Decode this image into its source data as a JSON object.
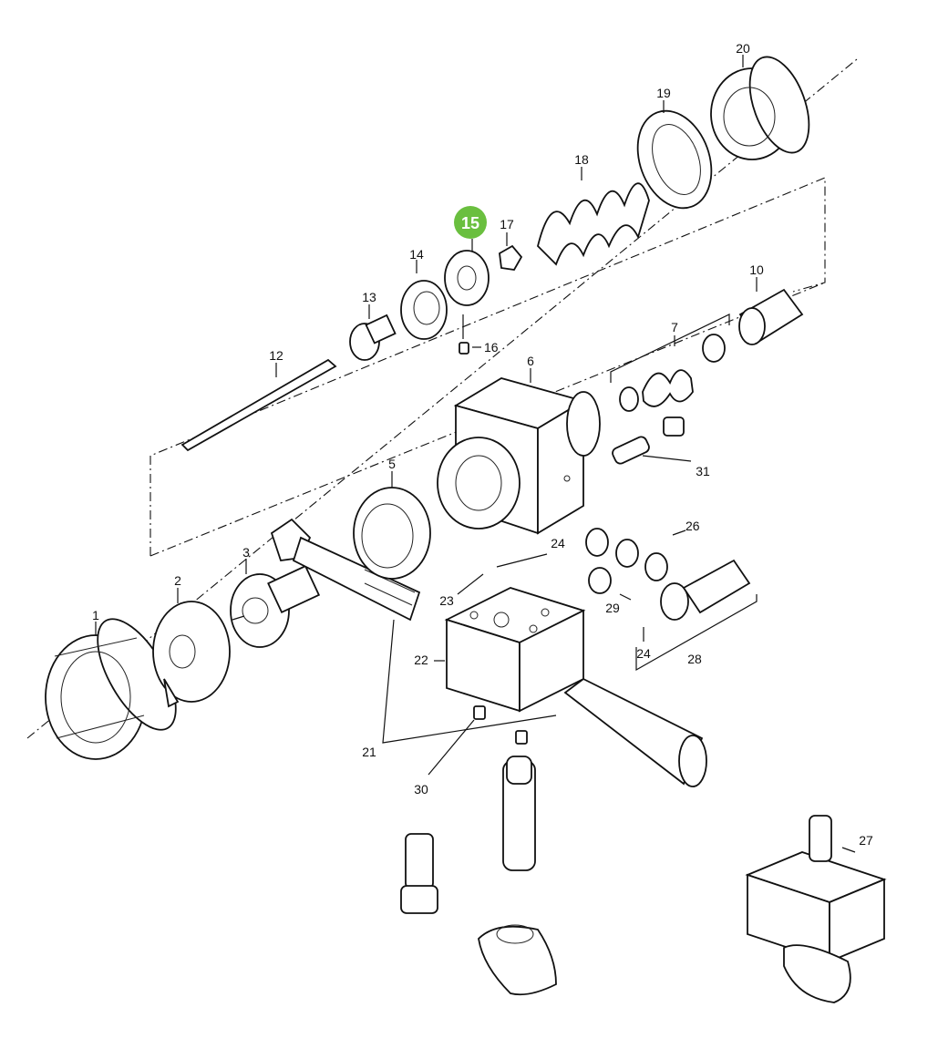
{
  "highlight": {
    "label": "15",
    "color": "#6abf3f"
  },
  "callouts": {
    "c1": "1",
    "c2": "2",
    "c3": "3",
    "c5": "5",
    "c6": "6",
    "c7": "7",
    "c10": "10",
    "c12": "12",
    "c13": "13",
    "c14": "14",
    "c16": "16",
    "c17": "17",
    "c18": "18",
    "c19": "19",
    "c20": "20",
    "c21": "21",
    "c22": "22",
    "c23": "23",
    "c24a": "24",
    "c24b": "24",
    "c26": "26",
    "c27": "27",
    "c28": "28",
    "c29": "29",
    "c30": "30",
    "c31": "31"
  }
}
